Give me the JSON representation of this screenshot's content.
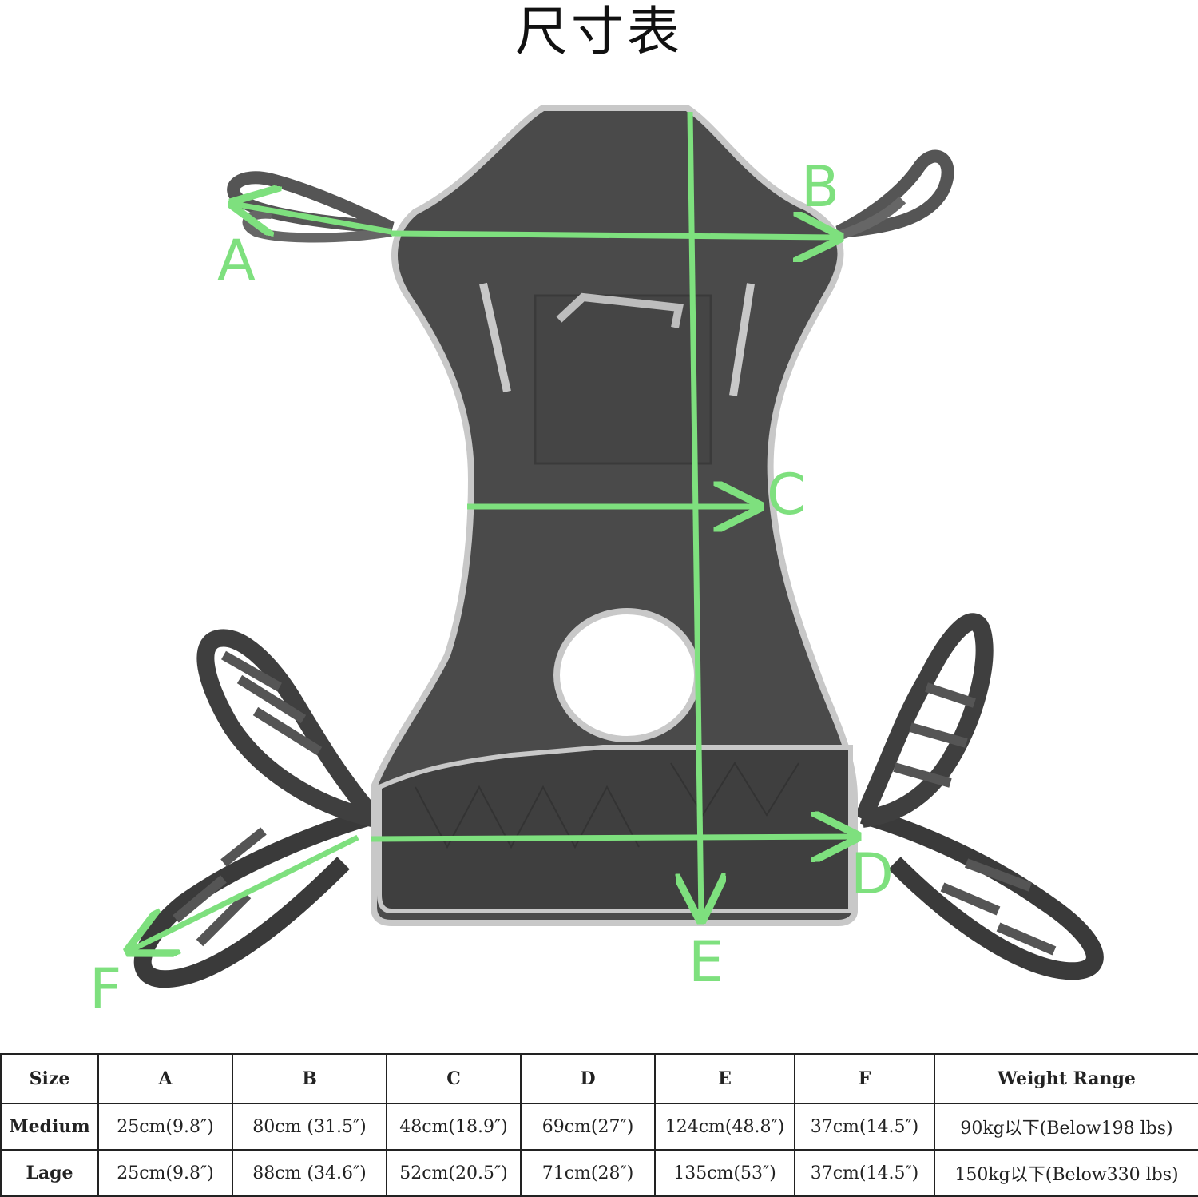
{
  "title": "尺寸表",
  "diagram": {
    "labels": {
      "a": "A",
      "b": "B",
      "c": "C",
      "d": "D",
      "e": "E",
      "f": "F"
    },
    "colors": {
      "sling": "#4a4a4a",
      "trim": "#c8c8c8",
      "arrow": "#7ee07e"
    }
  },
  "table": {
    "headers": [
      "Size",
      "A",
      "B",
      "C",
      "D",
      "E",
      "F",
      "Weight Range"
    ],
    "rows": [
      [
        "Medium",
        "25cm(9.8″)",
        "80cm (31.5″)",
        "48cm(18.9″)",
        "69cm(27″)",
        "124cm(48.8″)",
        "37cm(14.5″)",
        "90kg以下(Below198 lbs)"
      ],
      [
        "Lage",
        "25cm(9.8″)",
        "88cm (34.6″)",
        "52cm(20.5″)",
        "71cm(28″)",
        "135cm(53″)",
        "37cm(14.5″)",
        "150kg以下(Below330 lbs)"
      ]
    ]
  }
}
